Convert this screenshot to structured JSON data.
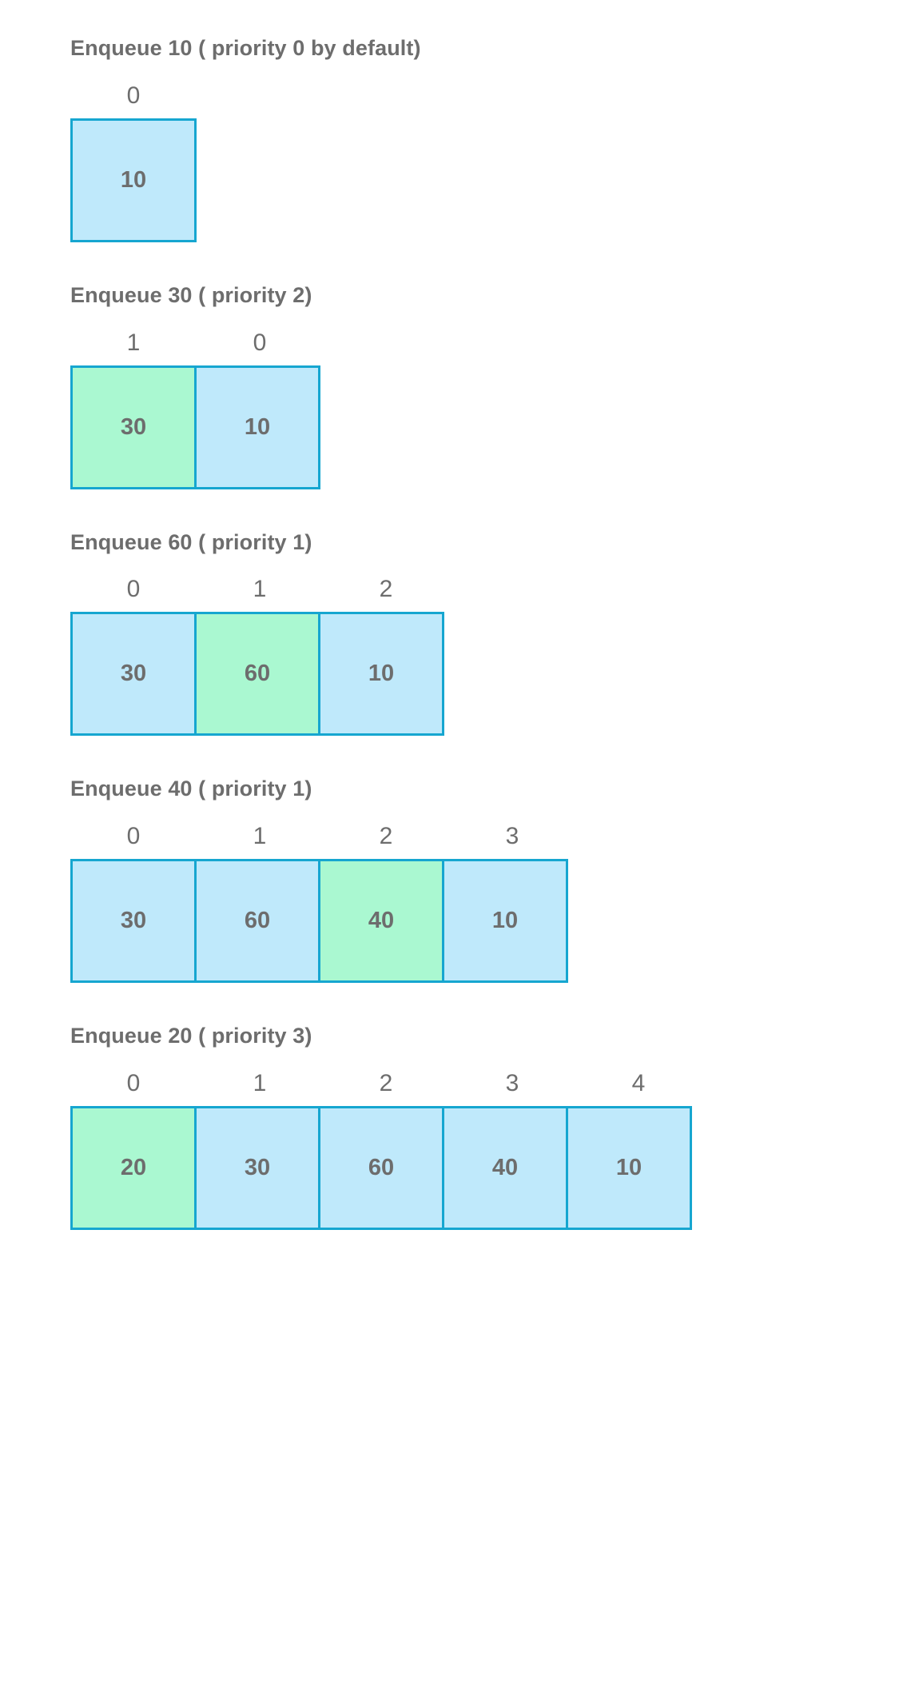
{
  "colors": {
    "border": "#16a6d0",
    "fill_blue": "#bfe9fb",
    "fill_green": "#aaf8d1",
    "text": "#6d6d6d",
    "background": "#ffffff"
  },
  "steps": [
    {
      "title": "Enqueue 10 ( priority 0 by default)",
      "indices": [
        "0"
      ],
      "cells": [
        {
          "value": "10",
          "color": "blue"
        }
      ]
    },
    {
      "title": "Enqueue 30 ( priority 2)",
      "indices": [
        "1",
        "0"
      ],
      "cells": [
        {
          "value": "30",
          "color": "green"
        },
        {
          "value": "10",
          "color": "blue"
        }
      ]
    },
    {
      "title": "Enqueue 60 ( priority 1)",
      "indices": [
        "0",
        "1",
        "2"
      ],
      "cells": [
        {
          "value": "30",
          "color": "blue"
        },
        {
          "value": "60",
          "color": "green"
        },
        {
          "value": "10",
          "color": "blue"
        }
      ]
    },
    {
      "title": "Enqueue 40 ( priority 1)",
      "indices": [
        "0",
        "1",
        "2",
        "3"
      ],
      "cells": [
        {
          "value": "30",
          "color": "blue"
        },
        {
          "value": "60",
          "color": "blue"
        },
        {
          "value": "40",
          "color": "green"
        },
        {
          "value": "10",
          "color": "blue"
        }
      ]
    },
    {
      "title": "Enqueue 20 ( priority 3)",
      "indices": [
        "0",
        "1",
        "2",
        "3",
        "4"
      ],
      "cells": [
        {
          "value": "20",
          "color": "green"
        },
        {
          "value": "30",
          "color": "blue"
        },
        {
          "value": "60",
          "color": "blue"
        },
        {
          "value": "40",
          "color": "blue"
        },
        {
          "value": "10",
          "color": "blue"
        }
      ]
    }
  ]
}
